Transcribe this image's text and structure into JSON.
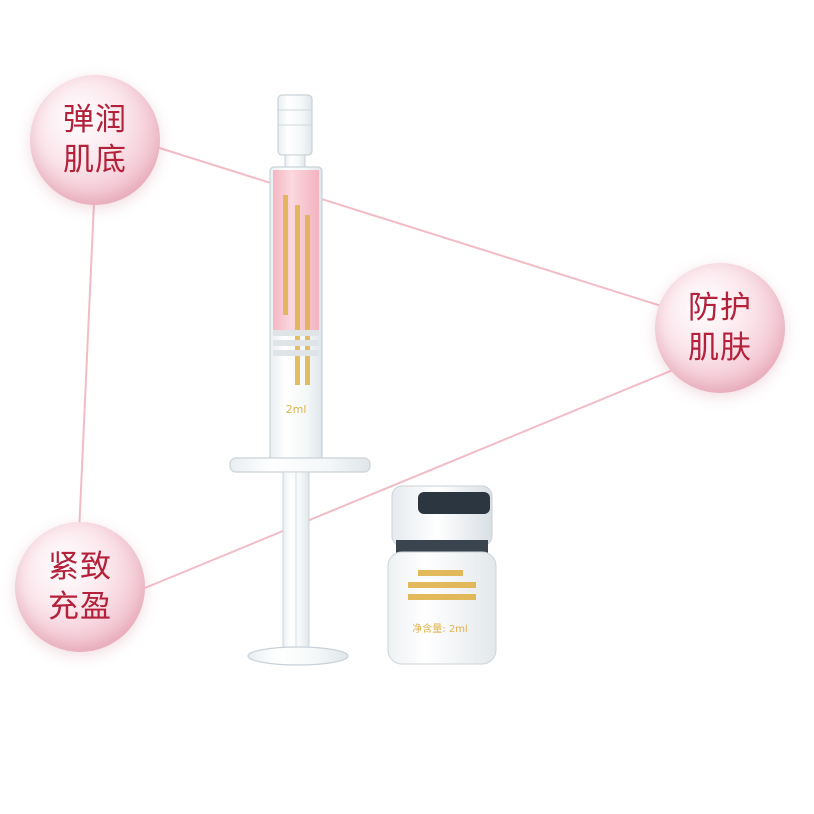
{
  "colors": {
    "bubble_text": "#b3213a",
    "connector_line": "#f2bcc6",
    "serum_pink": "#f9c9d2",
    "label_gold": "#e0b24a"
  },
  "bubbles": [
    {
      "line1": "弹润",
      "line2": "肌底"
    },
    {
      "line1": "防护",
      "line2": "肌肤"
    },
    {
      "line1": "紧致",
      "line2": "充盈"
    }
  ],
  "syringe": {
    "volume_label": "2ml"
  },
  "vial": {
    "volume_label": "净含量: 2ml"
  }
}
